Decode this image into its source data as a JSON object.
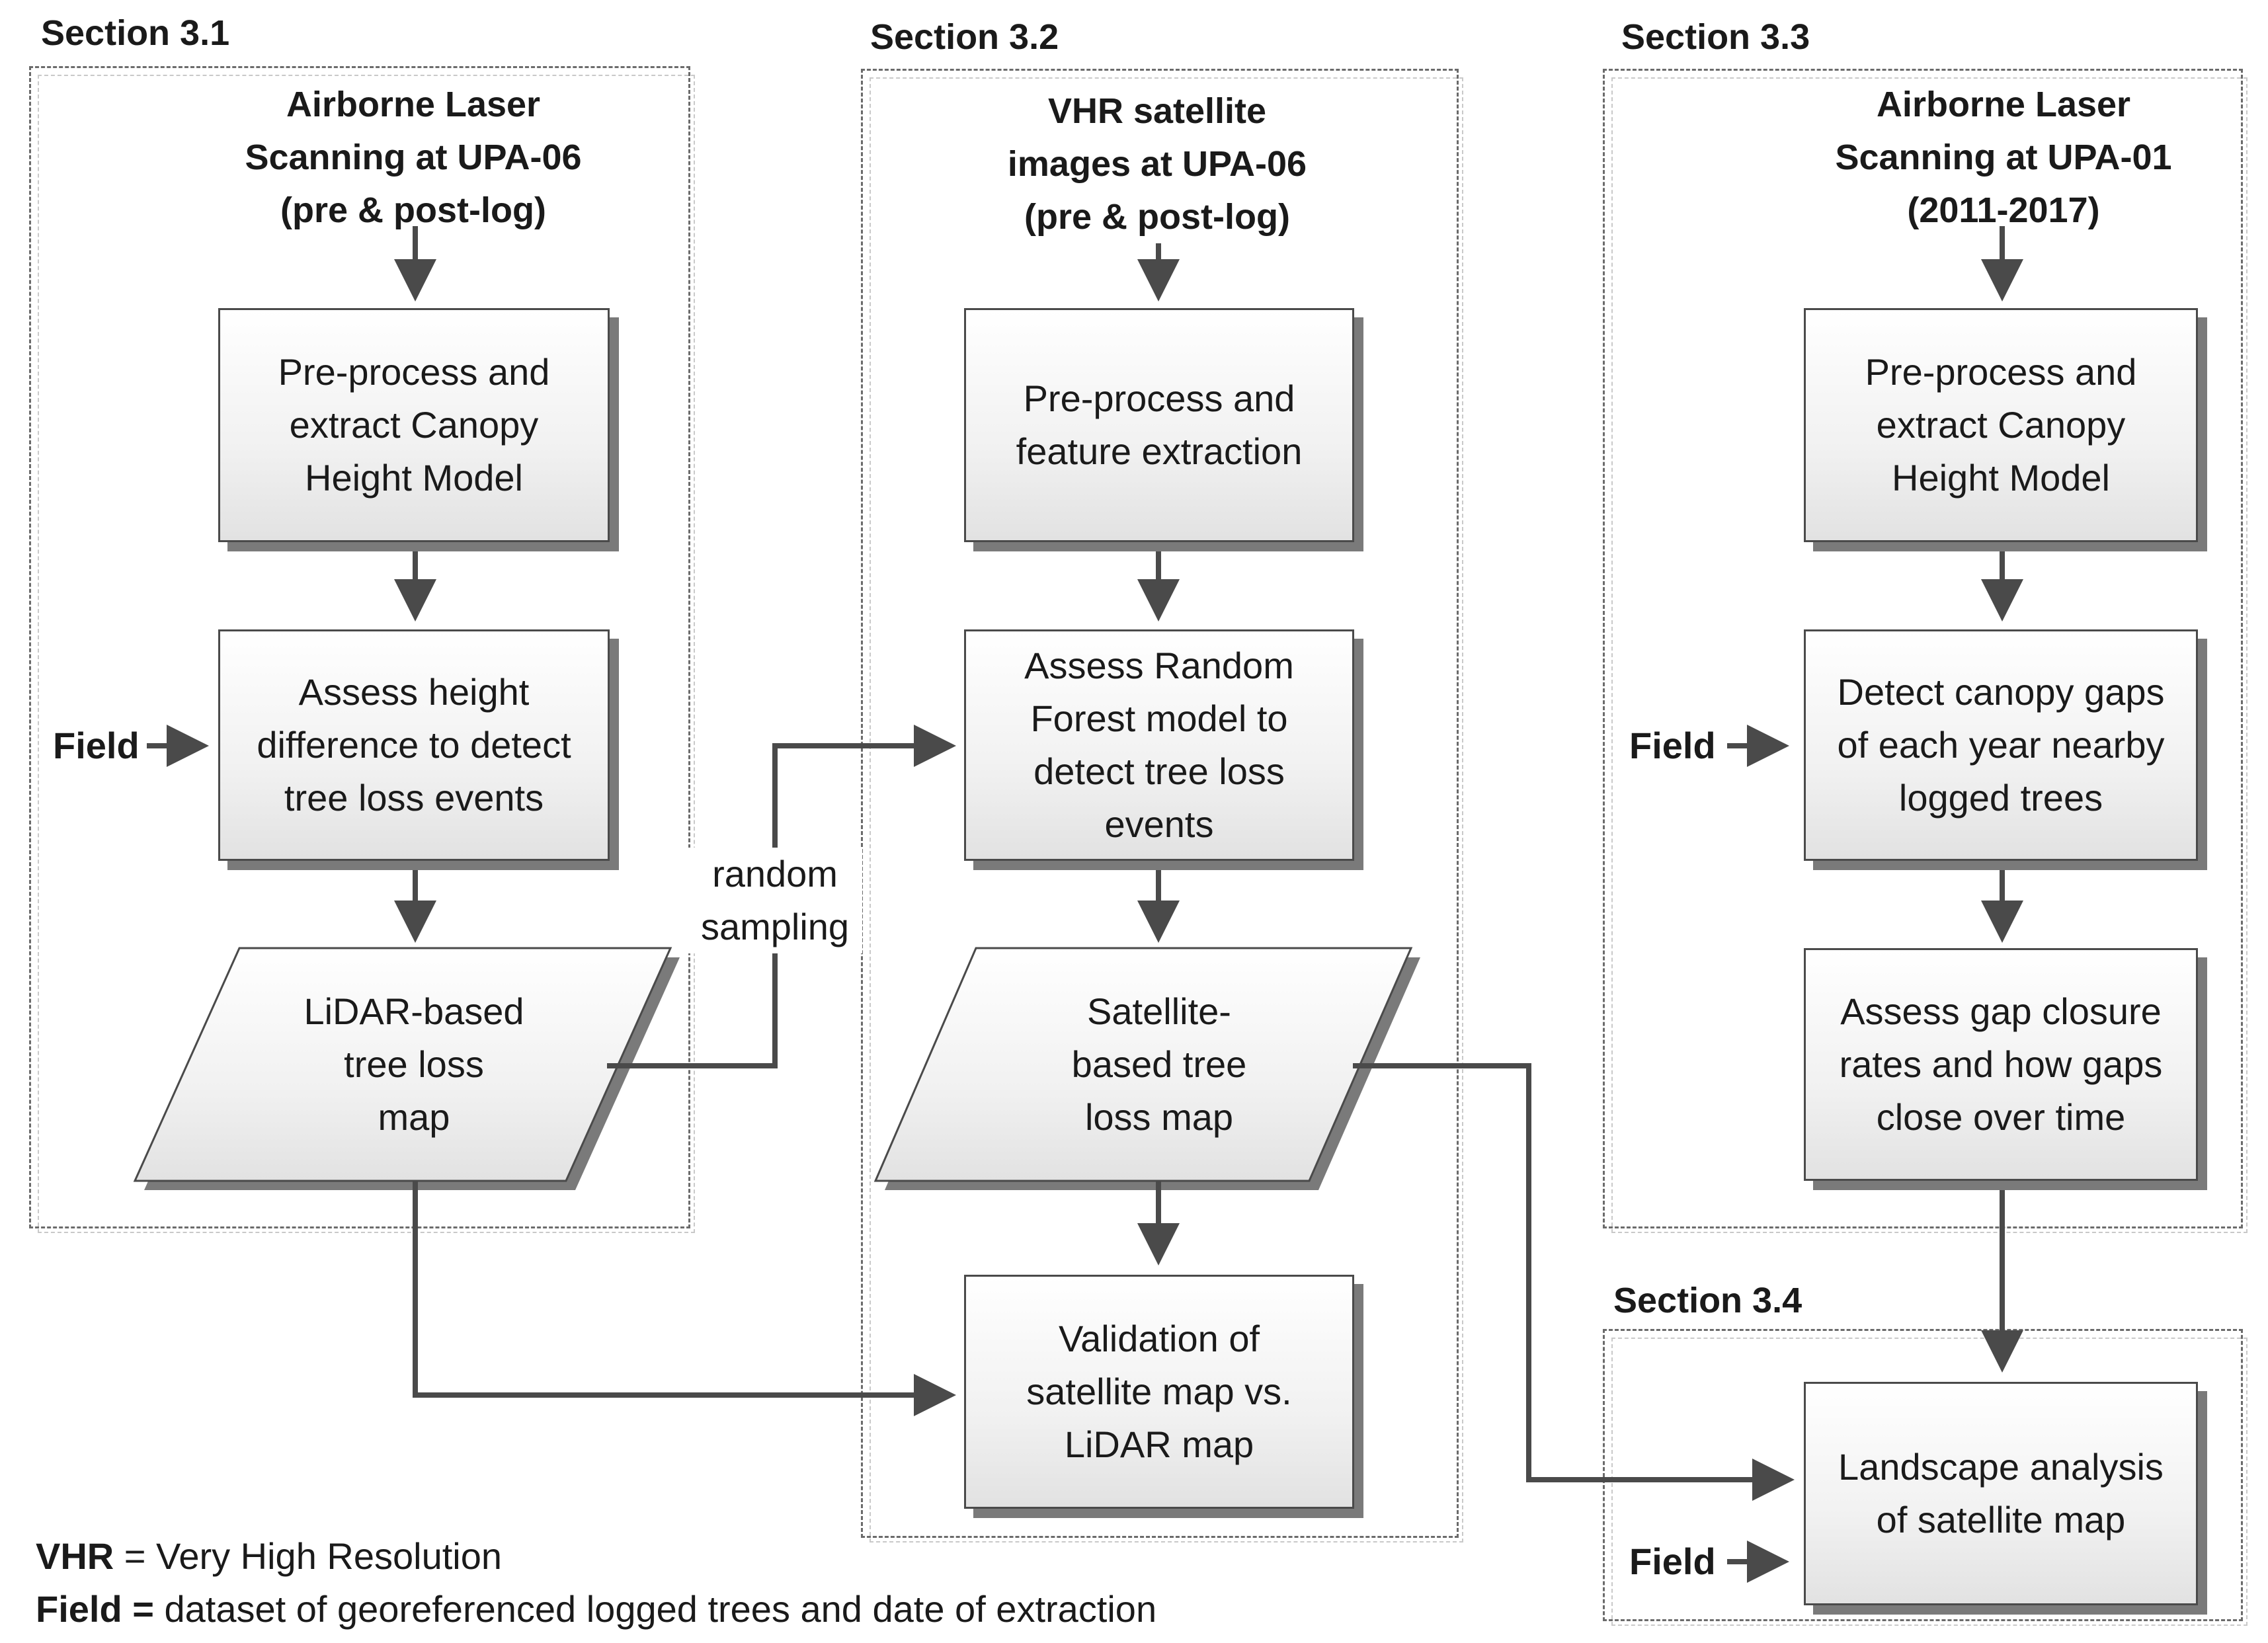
{
  "sections": {
    "s31": {
      "title": "Section 3.1",
      "heading": "Airborne Laser\nScanning at UPA-06\n(pre & post-log)"
    },
    "s32": {
      "title": "Section 3.2",
      "heading": "VHR satellite\nimages at UPA-06\n(pre & post-log)"
    },
    "s33": {
      "title": "Section 3.3",
      "heading": "Airborne Laser\nScanning at UPA-01\n(2011-2017)"
    },
    "s34": {
      "title": "Section 3.4"
    }
  },
  "steps": {
    "s31_preprocess": "Pre-process and\nextract Canopy\nHeight Model",
    "s31_assess": "Assess height\ndifference to detect\ntree loss events",
    "s31_map": "LiDAR-based\ntree loss\nmap",
    "s32_preprocess": "Pre-process and\nfeature extraction",
    "s32_assess": "Assess Random\nForest model to\ndetect tree loss\nevents",
    "s32_map": "Satellite-\nbased tree\nloss map",
    "s32_validation": "Validation of\nsatellite map vs.\nLiDAR map",
    "s33_preprocess": "Pre-process and\nextract Canopy\nHeight Model",
    "s33_detect": "Detect canopy gaps\nof each year nearby\nlogged trees",
    "s33_assess": "Assess gap closure\nrates and how gaps\nclose over time",
    "s34_landscape": "Landscape analysis\nof satellite map"
  },
  "labels": {
    "field": "Field",
    "random_sampling": "random\nsampling"
  },
  "legend": {
    "vhr_term": "VHR",
    "vhr_def": " = Very High Resolution",
    "field_term": "Field =",
    "field_def": " dataset of georeferenced logged trees and date of extraction"
  }
}
